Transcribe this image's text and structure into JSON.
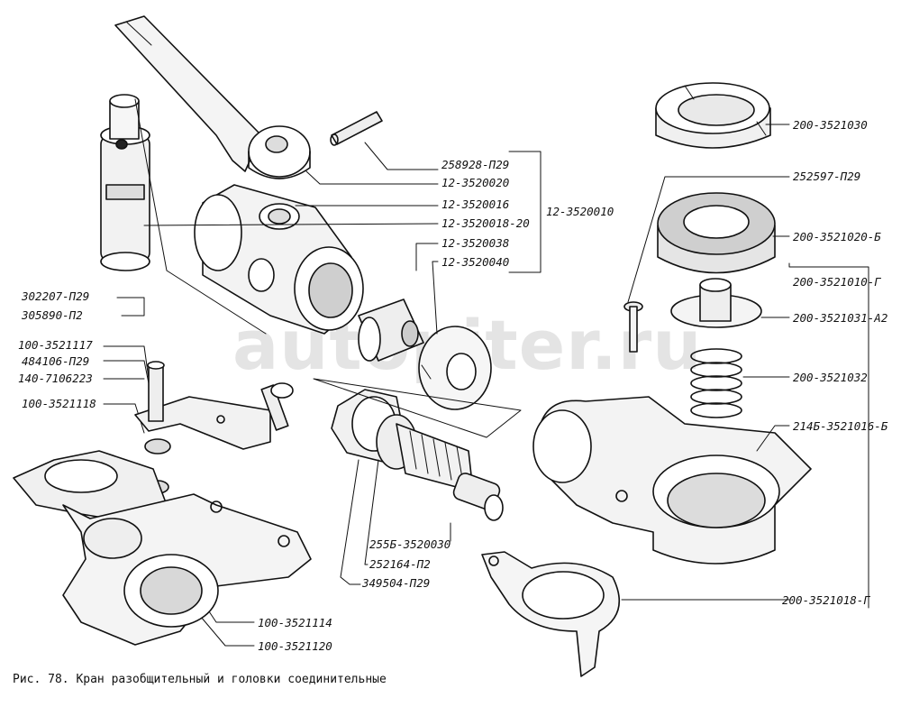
{
  "caption": "Рис. 78. Кран разобщительный и головки соединительные",
  "watermark": "autopiter.ru",
  "labels": {
    "l_258928_p29": "258928-П29",
    "l_12_3520020": "12-3520020",
    "l_12_3520016": "12-3520016",
    "l_12_3520018_20": "12-3520018-20",
    "l_12_3520038": "12-3520038",
    "l_12_3520040": "12-3520040",
    "l_12_3520010": "12-3520010",
    "l_302207_p29": "302207-П29",
    "l_305890_p2": "305890-П2",
    "l_100_3521117": "100-3521117",
    "l_484106_p29": "484106-П29",
    "l_140_7106223": "140-7106223",
    "l_100_3521118": "100-3521118",
    "l_255b_3520030": "255Б-3520030",
    "l_252164_p2": "252164-П2",
    "l_349504_p29": "349504-П29",
    "l_100_3521114": "100-3521114",
    "l_100_3521120": "100-3521120",
    "l_200_3521030": "200-3521030",
    "l_252597_p29": "252597-П29",
    "l_200_3521020_b": "200-3521020-Б",
    "l_200_3521010_g": "200-3521010-Г",
    "l_200_3521031_a2": "200-3521031-А2",
    "l_200_3521032": "200-3521032",
    "l_214b_3521016_b": "214Б-3521016-Б",
    "l_200_3521018_g": "200-3521018-Г"
  }
}
